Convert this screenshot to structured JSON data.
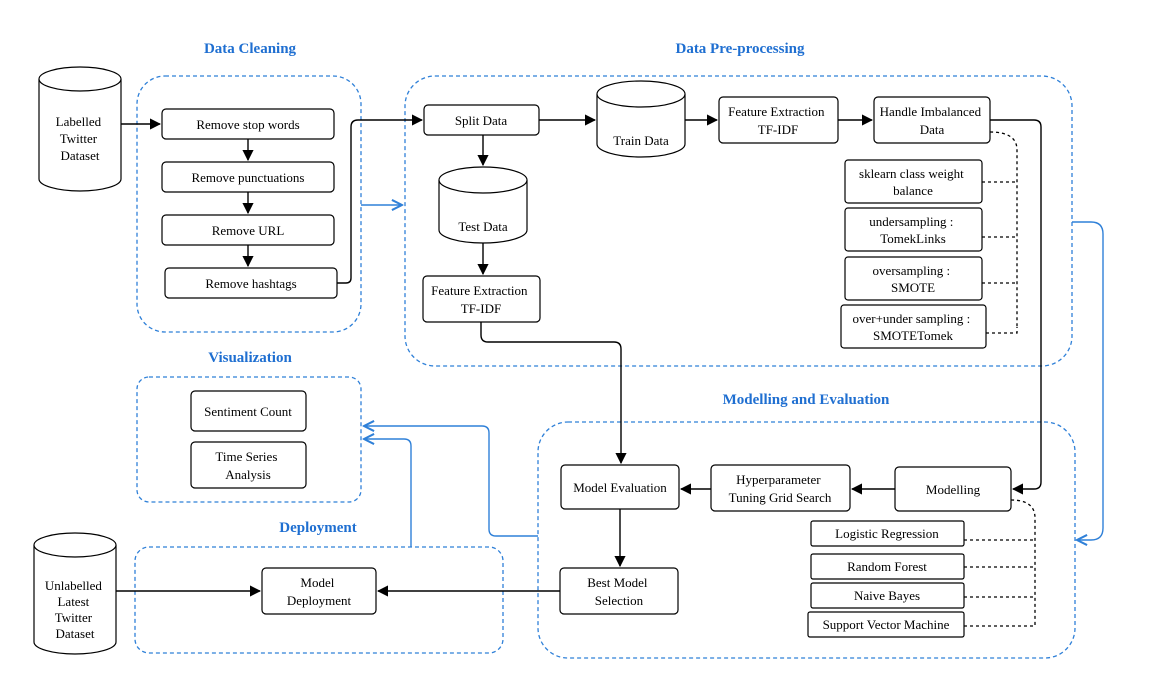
{
  "groups": {
    "data_cleaning": "Data Cleaning",
    "data_preprocessing": "Data Pre-processing",
    "visualization": "Visualization",
    "modelling_evaluation": "Modelling and Evaluation",
    "deployment": "Deployment"
  },
  "datasets": {
    "labelled": [
      "Labelled",
      "Twitter",
      "Dataset"
    ],
    "unlabelled": [
      "Unlabelled",
      "Latest",
      "Twitter",
      "Dataset"
    ],
    "train": "Train Data",
    "test": "Test Data"
  },
  "cleaning_steps": [
    "Remove stop words",
    "Remove punctuations",
    "Remove URL",
    "Remove hashtags"
  ],
  "preprocessing": {
    "split": "Split Data",
    "feature_extraction_train": [
      "Feature Extraction",
      "TF-IDF"
    ],
    "feature_extraction_test": [
      "Feature Extraction",
      "TF-IDF"
    ],
    "handle_imbalanced": [
      "Handle Imbalanced",
      "Data"
    ],
    "imbalance_methods": [
      [
        "sklearn class weight",
        "balance"
      ],
      [
        "undersampling :",
        "TomekLinks"
      ],
      [
        "oversampling :",
        "SMOTE"
      ],
      [
        "over+under sampling :",
        "SMOTETomek"
      ]
    ]
  },
  "visualization": {
    "sentiment_count": "Sentiment Count",
    "time_series": [
      "Time Series",
      "Analysis"
    ]
  },
  "modelling": {
    "modelling": "Modelling",
    "hyperparameter": [
      "Hyperparameter",
      "Tuning Grid Search"
    ],
    "model_evaluation": "Model Evaluation",
    "best_model": [
      "Best Model",
      "Selection"
    ],
    "algorithms": [
      "Logistic Regression",
      "Random Forest",
      "Naive Bayes",
      "Support Vector Machine"
    ]
  },
  "deployment": {
    "model_deployment": [
      "Model",
      "Deployment"
    ]
  },
  "colors": {
    "accent_blue": "#1f6fd1",
    "group_border": "#2f80d8",
    "line": "#000000",
    "background": "#ffffff"
  }
}
